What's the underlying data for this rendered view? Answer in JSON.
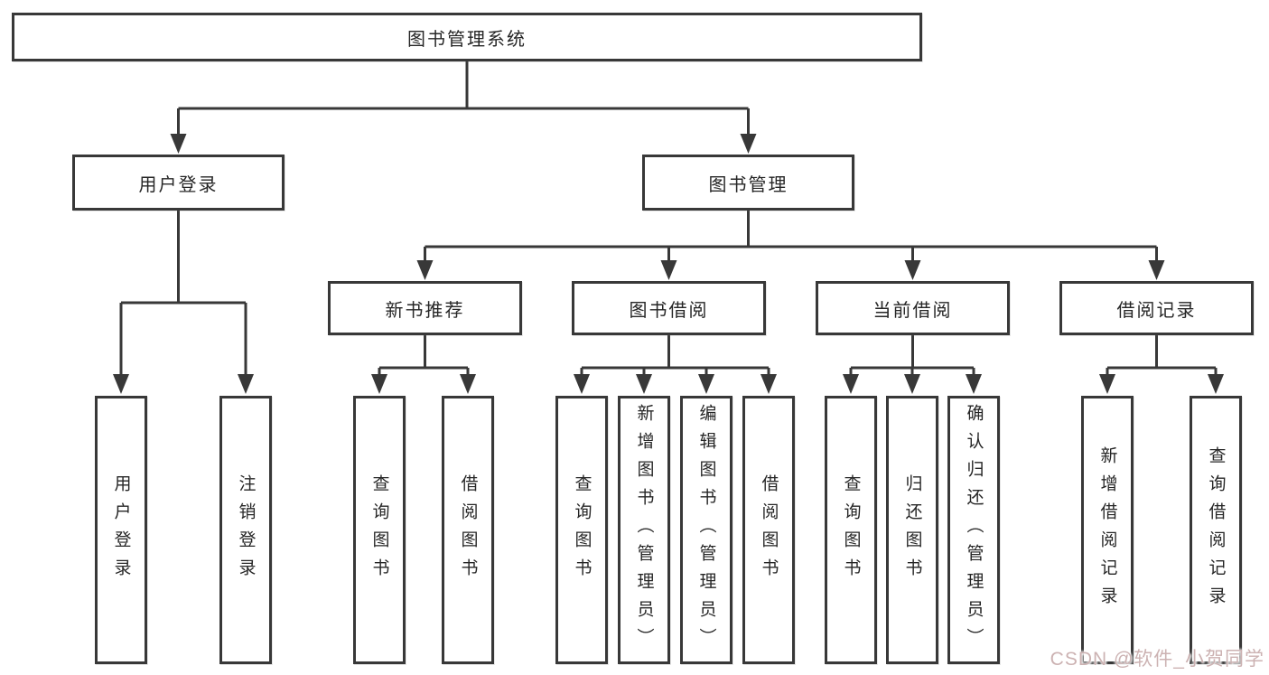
{
  "tree": {
    "label": "图书管理系统",
    "children": [
      {
        "label": "用户登录",
        "children": [
          {
            "label": "用户登录"
          },
          {
            "label": "注销登录"
          }
        ]
      },
      {
        "label": "图书管理",
        "children": [
          {
            "label": "新书推荐",
            "children": [
              {
                "label": "查询图书"
              },
              {
                "label": "借阅图书"
              }
            ]
          },
          {
            "label": "图书借阅",
            "children": [
              {
                "label": "查询图书"
              },
              {
                "label": "新增图书（管理员）"
              },
              {
                "label": "编辑图书（管理员）"
              },
              {
                "label": "借阅图书"
              }
            ]
          },
          {
            "label": "当前借阅",
            "children": [
              {
                "label": "查询图书"
              },
              {
                "label": "归还图书"
              },
              {
                "label": "确认归还（管理员）"
              }
            ]
          },
          {
            "label": "借阅记录",
            "children": [
              {
                "label": "新增借阅记录"
              },
              {
                "label": "查询借阅记录"
              }
            ]
          }
        ]
      }
    ]
  },
  "watermark": {
    "text": "CSDN @软件_小贺同学"
  },
  "colors": {
    "line": "#383838",
    "text": "#262626",
    "watermark": "#ccb2b2",
    "background": "#ffffff"
  }
}
